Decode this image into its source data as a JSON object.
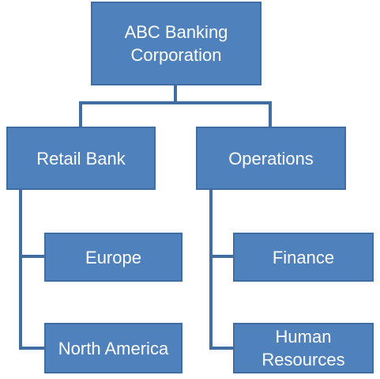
{
  "org_chart": {
    "root": {
      "label": "ABC Banking\nCorporation"
    },
    "branches": [
      {
        "label": "Retail Bank",
        "children": [
          {
            "label": "Europe"
          },
          {
            "label": "North America"
          }
        ]
      },
      {
        "label": "Operations",
        "children": [
          {
            "label": "Finance"
          },
          {
            "label": "Human\nResources"
          }
        ]
      }
    ]
  },
  "colors": {
    "node_fill": "#4f81bd",
    "node_border": "#416ea2",
    "connector": "#416ea2",
    "text": "#ffffff"
  }
}
